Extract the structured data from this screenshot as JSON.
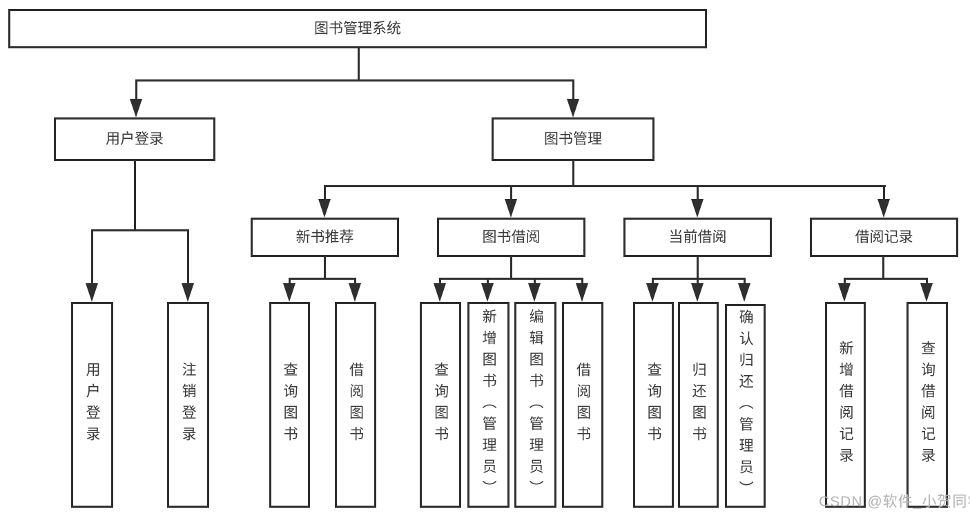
{
  "tree": {
    "label": "图书管理系统",
    "children": [
      {
        "label": "用户登录",
        "children": [
          {
            "label": "用户登录"
          },
          {
            "label": "注销登录"
          }
        ]
      },
      {
        "label": "图书管理",
        "children": [
          {
            "label": "新书推荐",
            "children": [
              {
                "label": "查询图书"
              },
              {
                "label": "借阅图书"
              }
            ]
          },
          {
            "label": "图书借阅",
            "children": [
              {
                "label": "查询图书"
              },
              {
                "label": "新增图书（管理员）"
              },
              {
                "label": "编辑图书（管理员）"
              },
              {
                "label": "借阅图书"
              }
            ]
          },
          {
            "label": "当前借阅",
            "children": [
              {
                "label": "查询图书"
              },
              {
                "label": "归还图书"
              },
              {
                "label": "确认归还（管理员）"
              }
            ]
          },
          {
            "label": "借阅记录",
            "children": [
              {
                "label": "新增借阅记录"
              },
              {
                "label": "查询借阅记录"
              }
            ]
          }
        ]
      }
    ]
  },
  "watermark": {
    "text": "CSDN @软件_小贺同学"
  },
  "colors": {
    "line": "#2f2f2f",
    "text": "#3a3a3a",
    "background": "#ffffff",
    "watermark": "#b2b2b2"
  }
}
